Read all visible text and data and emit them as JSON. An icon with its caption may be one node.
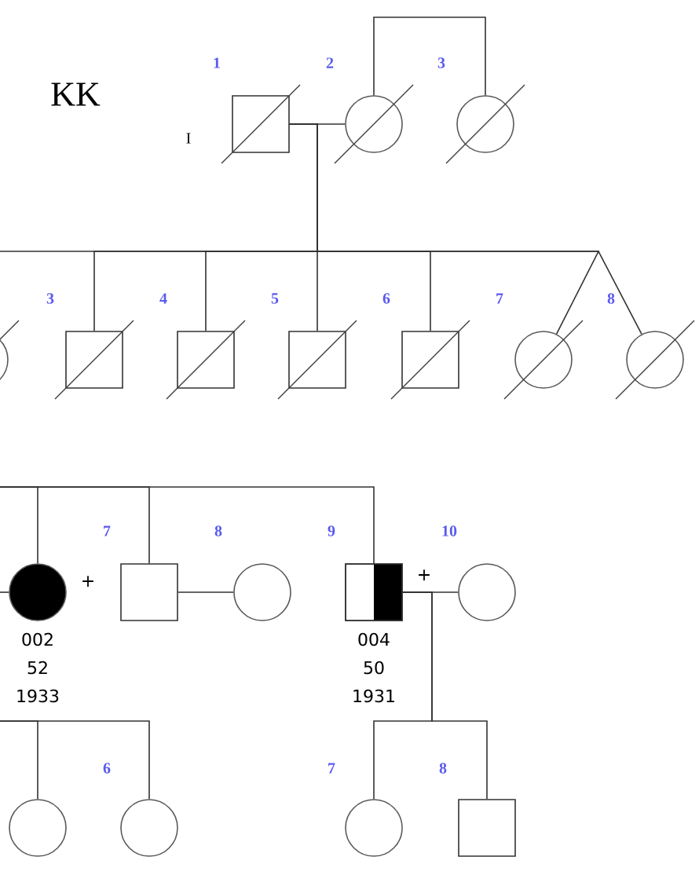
{
  "diagram": {
    "title": "KK",
    "nodes": [
      {
        "text": [],
        "shape": "square",
        "beside": [
          "1"
        ]
      },
      {
        "text": [],
        "shape": "circle",
        "beside": [
          "2"
        ]
      },
      {
        "text": [],
        "shape": "circle",
        "beside": [
          "3"
        ]
      },
      {
        "text": [],
        "shape": "circle"
      },
      {
        "text": [],
        "shape": "square",
        "beside": [
          "3"
        ]
      },
      {
        "text": [],
        "shape": "square",
        "beside": [
          "4"
        ]
      },
      {
        "text": [],
        "shape": "square",
        "beside": [
          "5"
        ]
      },
      {
        "text": [],
        "shape": "square",
        "beside": [
          "6"
        ]
      },
      {
        "text": [],
        "shape": "circle",
        "beside": [
          "7"
        ]
      },
      {
        "text": [],
        "shape": "circle",
        "beside": [
          "8"
        ]
      },
      {
        "text": [],
        "shape": "circle",
        "beside": [
          "+",
          "002",
          "52",
          "1933"
        ]
      },
      {
        "text": [],
        "shape": "square",
        "beside": [
          "7"
        ]
      },
      {
        "text": [],
        "shape": "circle",
        "beside": [
          "8"
        ]
      },
      {
        "text": [],
        "shape": "square",
        "beside": [
          "9",
          "+",
          "004",
          "50",
          "1931"
        ]
      },
      {
        "text": [],
        "shape": "circle",
        "beside": [
          "10"
        ]
      },
      {
        "text": [],
        "shape": "circle"
      },
      {
        "text": [],
        "shape": "circle",
        "beside": [
          "6"
        ]
      },
      {
        "text": [],
        "shape": "circle",
        "beside": [
          "7"
        ]
      },
      {
        "text": [],
        "shape": "square",
        "beside": [
          "8"
        ]
      }
    ],
    "edges": [
      {
        "from": 1,
        "to": 2,
        "arrow": "none"
      },
      {
        "from": 0,
        "to": 1,
        "arrow": "none"
      },
      {
        "from": 0,
        "to": 3,
        "arrow": "none"
      },
      {
        "from": 0,
        "to": 4,
        "arrow": "none"
      },
      {
        "from": 0,
        "to": 5,
        "arrow": "none"
      },
      {
        "from": 0,
        "to": 6,
        "arrow": "none"
      },
      {
        "from": 0,
        "to": 7,
        "arrow": "none"
      },
      {
        "from": 0,
        "to": 8,
        "arrow": "none"
      },
      {
        "from": 0,
        "to": 9,
        "arrow": "none"
      },
      {
        "from": null,
        "to": 10,
        "arrow": "none"
      },
      {
        "from": null,
        "to": 10,
        "arrow": "none"
      },
      {
        "from": null,
        "to": 11,
        "arrow": "none"
      },
      {
        "from": null,
        "to": 13,
        "arrow": "none"
      },
      {
        "from": 11,
        "to": 12,
        "arrow": "none"
      },
      {
        "from": 13,
        "to": 14,
        "arrow": "none"
      },
      {
        "from": null,
        "to": 15,
        "arrow": "none"
      },
      {
        "from": null,
        "to": 16,
        "arrow": "none"
      },
      {
        "from": 13,
        "to": 17,
        "arrow": "none"
      },
      {
        "from": 13,
        "to": 18,
        "arrow": "none"
      }
    ],
    "labels": [
      "I"
    ]
  }
}
